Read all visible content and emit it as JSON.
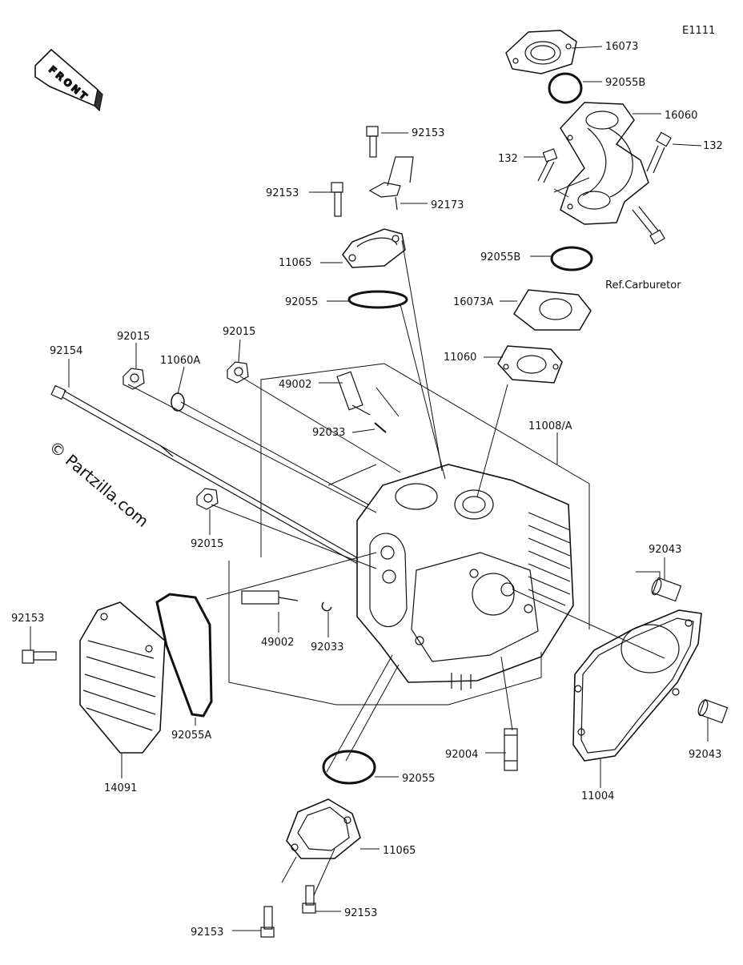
{
  "diagram": {
    "code": "E1111",
    "front_label": "FRONT",
    "watermark": "© Partzilla.com",
    "ref_text": "Ref.Carburetor"
  },
  "parts": [
    {
      "id": "p16073",
      "label": "16073"
    },
    {
      "id": "p92055B_top",
      "label": "92055B"
    },
    {
      "id": "p16060",
      "label": "16060"
    },
    {
      "id": "p132_left",
      "label": "132"
    },
    {
      "id": "p132_right",
      "label": "132"
    },
    {
      "id": "p92153_top",
      "label": "92153"
    },
    {
      "id": "p92153_b",
      "label": "92153"
    },
    {
      "id": "p92173",
      "label": "92173"
    },
    {
      "id": "p11065_top",
      "label": "11065"
    },
    {
      "id": "p92055_top",
      "label": "92055"
    },
    {
      "id": "p92055B_mid",
      "label": "92055B"
    },
    {
      "id": "p16073A",
      "label": "16073A"
    },
    {
      "id": "p11060",
      "label": "11060"
    },
    {
      "id": "p92154",
      "label": "92154"
    },
    {
      "id": "p92015_a",
      "label": "92015"
    },
    {
      "id": "p11060A",
      "label": "11060A"
    },
    {
      "id": "p92015_b",
      "label": "92015"
    },
    {
      "id": "p49002_top",
      "label": "49002"
    },
    {
      "id": "p92033_top",
      "label": "92033"
    },
    {
      "id": "p11008",
      "label": "11008/A"
    },
    {
      "id": "p92015_c",
      "label": "92015"
    },
    {
      "id": "p92043_top",
      "label": "92043"
    },
    {
      "id": "p92153_left",
      "label": "92153"
    },
    {
      "id": "p49002_mid",
      "label": "49002"
    },
    {
      "id": "p92033_mid",
      "label": "92033"
    },
    {
      "id": "p92055A",
      "label": "92055A"
    },
    {
      "id": "p14091",
      "label": "14091"
    },
    {
      "id": "p92004",
      "label": "92004"
    },
    {
      "id": "p92055_bot",
      "label": "92055"
    },
    {
      "id": "p11004",
      "label": "11004"
    },
    {
      "id": "p92043_bot",
      "label": "92043"
    },
    {
      "id": "p11065_bot",
      "label": "11065"
    },
    {
      "id": "p92153_bl",
      "label": "92153"
    },
    {
      "id": "p92153_br",
      "label": "92153"
    }
  ]
}
